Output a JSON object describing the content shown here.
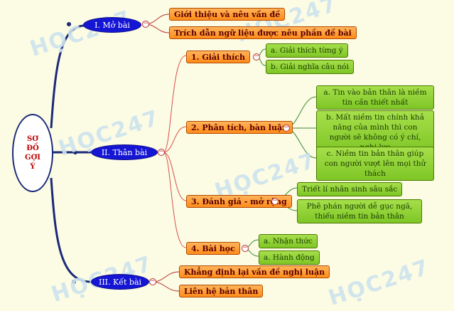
{
  "watermark": "HỌC247",
  "root": "SƠ\nĐỒ\nGỢI\nÝ",
  "sections": [
    {
      "label": "I. Mở bài",
      "items": [
        {
          "label": "Giới thiệu và nêu vấn đề"
        },
        {
          "label": "Trích dẫn ngữ liệu được nêu phần đề bài"
        }
      ]
    },
    {
      "label": "II. Thân bài",
      "items": [
        {
          "label": "1. Giải thích",
          "children": [
            "a. Giải thích từng ý",
            "b. Giải nghĩa câu nói"
          ]
        },
        {
          "label": "2. Phân tích, bàn luận",
          "children": [
            "a. Tin vào bản thân là niềm tin cần thiết nhất",
            "b. Mất niềm tin chính khả năng của mình thì con người sẽ không có ý chí, nghị lực",
            "c. Niềm tin bản thân giúp con người vượt lên mọi thử thách"
          ]
        },
        {
          "label": "3. Đánh giá - mở rộng",
          "children": [
            "Triết lí nhân sinh sâu sắc",
            "Phê phán người dễ gục ngã, thiếu niềm tin bản thân"
          ]
        },
        {
          "label": "4. Bài học",
          "children": [
            "a. Nhận thức",
            "a. Hành động"
          ]
        }
      ]
    },
    {
      "label": "III. Kết bài",
      "items": [
        {
          "label": "Khẳng định lại vấn đề nghị luận"
        },
        {
          "label": "Liên hệ bản thân"
        }
      ]
    }
  ]
}
